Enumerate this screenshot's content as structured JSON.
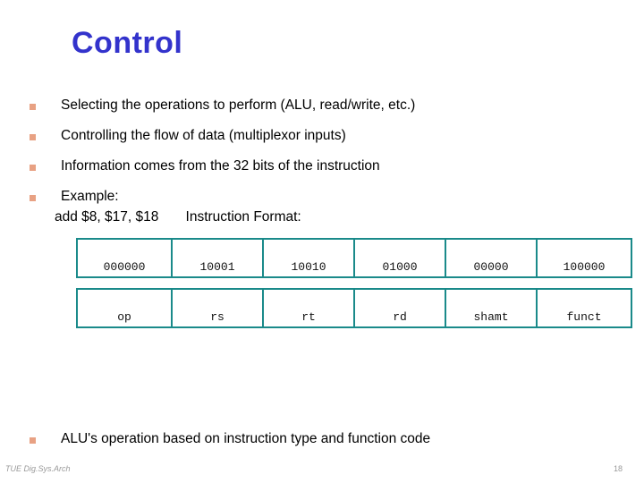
{
  "slide": {
    "title": "Control",
    "title_color": "#3333CC",
    "bullet_color": "#E8A183",
    "table_border_color": "#1A8A8A",
    "background_color": "#FFFFFF"
  },
  "bullets": [
    {
      "text": "Selecting the operations to perform (ALU, read/write, etc.)"
    },
    {
      "text": "Controlling the flow of data (multiplexor inputs)"
    },
    {
      "text": "Information comes from the 32 bits of the instruction"
    },
    {
      "text": "Example:"
    },
    {
      "text": "ALU's operation based on instruction type and function code"
    }
  ],
  "example": {
    "instruction": "add $8, $17, $18",
    "format_label": "Instruction Format:"
  },
  "instruction_format": {
    "values": [
      "000000",
      "10001",
      "10010",
      "01000",
      "00000",
      "100000"
    ],
    "labels": [
      "op",
      "rs",
      "rt",
      "rd",
      "shamt",
      "funct"
    ]
  },
  "footer": {
    "left": "TUE Dig.Sys.Arch",
    "page_number": "18"
  }
}
